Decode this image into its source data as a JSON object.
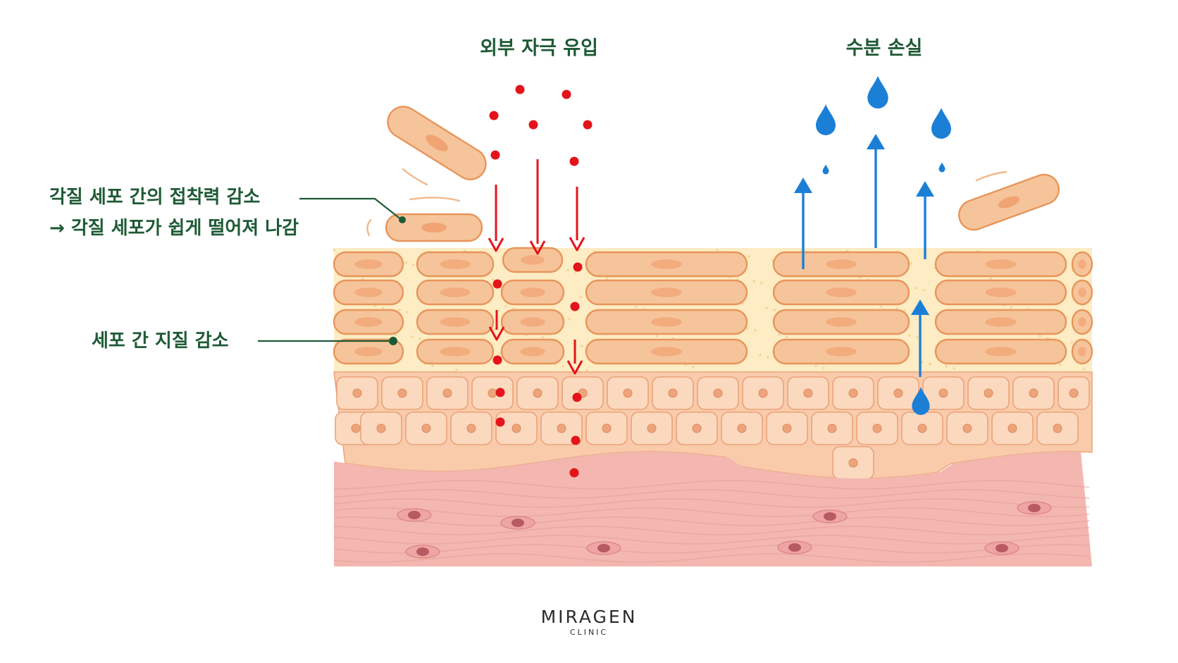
{
  "headings": {
    "irritant_inflow": "외부 자극 유입",
    "moisture_loss": "수분 손실"
  },
  "callouts": {
    "adhesion_line1": "각질 세포 간의 접착력 감소",
    "adhesion_line2": "→ 각질 세포가 쉽게 떨어져 나감",
    "lipid": "세포 간 지질 감소"
  },
  "logo": {
    "main": "MIRAGEN",
    "sub": "CLINIC"
  },
  "colors": {
    "label_green": "#1e5a35",
    "irritant_red": "#e3141b",
    "water_blue": "#1c7fd6",
    "corneocyte": "#f6c49b",
    "corneocyte_outline": "#e8955a",
    "lipid_matrix": "#fdecc4",
    "epidermis": "#f9cbab",
    "dermis": "#f3b7b0"
  },
  "icons": [
    "water-drop-icon",
    "up-arrow-icon",
    "down-arrow-icon",
    "irritant-dot-icon",
    "callout-dot-icon"
  ]
}
